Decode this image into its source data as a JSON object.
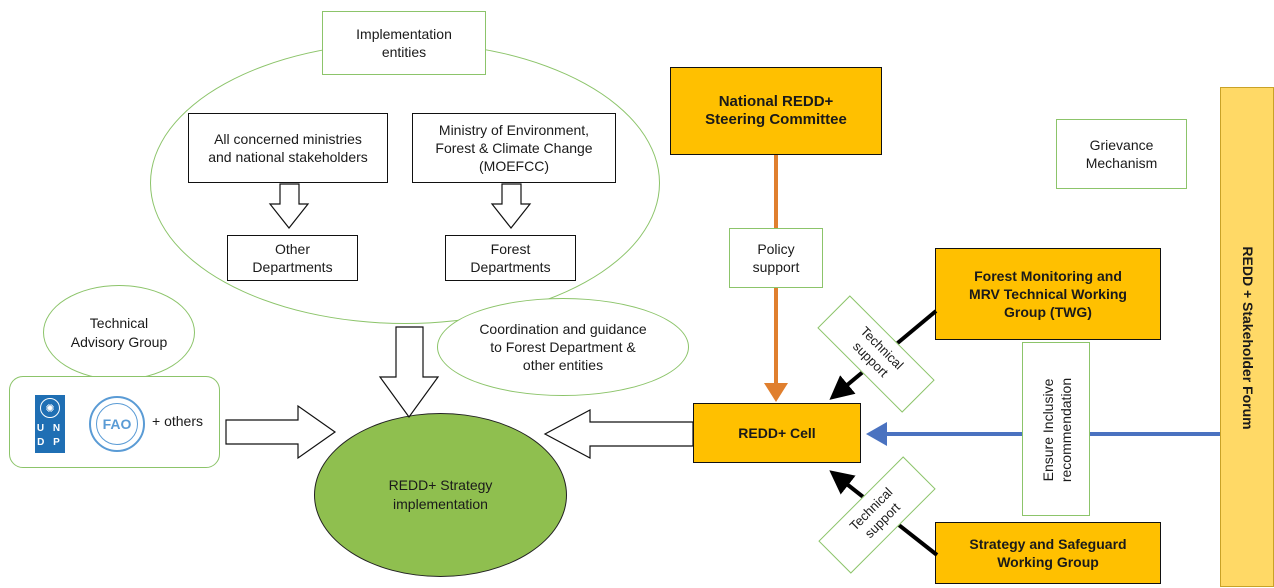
{
  "colors": {
    "gold": "#ffc000",
    "forum": "#ffd966",
    "green_ellipse": "#8fbf4f",
    "green_border": "#8cc46a",
    "orange_arrow": "#e07f2e",
    "blue_arrow": "#4a72c0"
  },
  "implementation_entities": "Implementation\nentities",
  "ministries": "All concerned ministries\nand national stakeholders",
  "moefcc": "Ministry of Environment,\nForest & Climate Change\n(MOEFCC)",
  "other_departments": "Other\nDepartments",
  "forest_departments": "Forest\nDepartments",
  "technical_advisory_group": "Technical\nAdvisory Group",
  "partners": {
    "undp": "U N\nD P",
    "others": "+ others"
  },
  "coordination": "Coordination and guidance\nto Forest Department &\nother entities",
  "strategy_implementation": "REDD+ Strategy\nimplementation",
  "steering_committee": "National REDD+\nSteering Committee",
  "policy_support": "Policy\nsupport",
  "redd_cell": "REDD+ Cell",
  "grievance": "Grievance\nMechanism",
  "twg": "Forest Monitoring and\nMRV Technical Working\nGroup (TWG)",
  "technical_support_top": "Technical\nsupport",
  "technical_support_bottom": "Technical\nsupport",
  "ensure_inclusive": "Ensure Inclusive\nrecommendation",
  "strategy_safeguard": "Strategy and Safeguard\nWorking Group",
  "stakeholder_forum": "REDD + Stakeholder Forum"
}
